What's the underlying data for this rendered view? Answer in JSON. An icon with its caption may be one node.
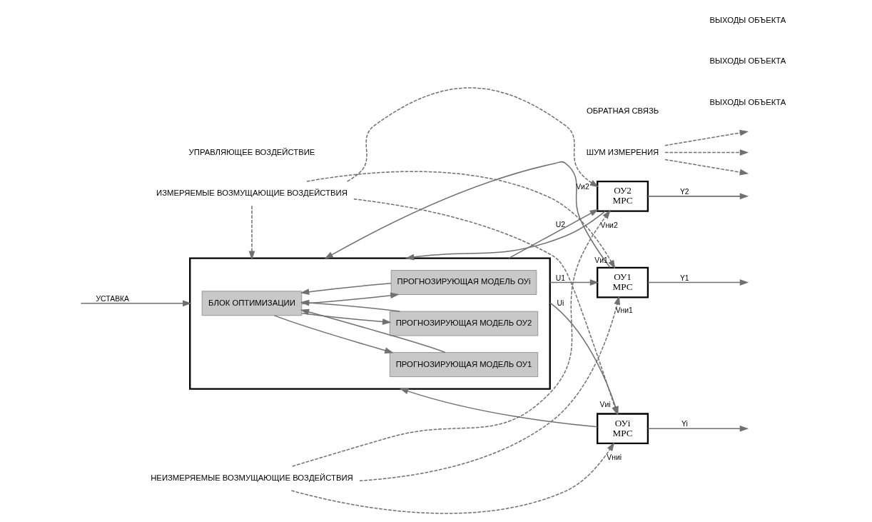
{
  "diagram": {
    "nodes": [
      {
        "text": [],
        "shape": "box"
      },
      {
        "text": [
          "БЛОК ОПТИМИЗАЦИИ"
        ],
        "in": 0
      },
      {
        "text": [
          "ПРОГНОЗИРУЮЩАЯ МОДЕЛЬ ОУ1"
        ],
        "in": 0
      },
      {
        "text": [
          "ПРОГНОЗИРУЮЩАЯ МОДЕЛЬ ОУ2"
        ],
        "in": 0
      },
      {
        "text": [
          "ПРОГНОЗИРУЮЩАЯ МОДЕЛЬ ОУi"
        ],
        "in": 0
      },
      {
        "text": [
          "ОУ1",
          "МРС"
        ]
      },
      {
        "text": [
          "ОУ2",
          "МРС"
        ]
      },
      {
        "text": [
          "ОУi",
          "МРС"
        ]
      },
      {
        "text": [
          "ИЗМЕРЯЕМЫЕ ВОЗМУЩАЮЩИЕ ВОЗДЕЙСТВИЯ"
        ]
      },
      {
        "text": [
          "НЕИЗМЕРЯЕМЫЕ ВОЗМУЩАЮЩИЕ ВОЗДЕЙСТВИЯ"
        ]
      },
      {
        "text": [
          "ШУМ ИЗМЕРЕНИЯ"
        ]
      }
    ],
    "edges": [
      {
        "from": null,
        "to": 0,
        "arrow": "to",
        "label": "УСТАВКА"
      },
      {
        "from": 1,
        "to": 2,
        "arrow": "to"
      },
      {
        "from": 1,
        "to": 3,
        "arrow": "to"
      },
      {
        "from": 1,
        "to": 4,
        "arrow": "to"
      },
      {
        "from": 2,
        "to": 1,
        "arrow": "to"
      },
      {
        "from": 3,
        "to": 1,
        "arrow": "to"
      },
      {
        "from": 4,
        "to": 1,
        "arrow": "to"
      },
      {
        "from": 8,
        "to": 0,
        "arrow": "to",
        "style": "dashed"
      },
      {
        "from": 8,
        "to": 5,
        "arrow": "to",
        "label": "Vи1",
        "style": "dashed"
      },
      {
        "from": 8,
        "to": 6,
        "arrow": "to",
        "label": "Vи2",
        "style": "dashed"
      },
      {
        "from": 8,
        "to": 7,
        "arrow": "to",
        "label": "Vиi",
        "style": "dashed"
      },
      {
        "from": 0,
        "to": 5,
        "arrow": "to",
        "label": "U1"
      },
      {
        "from": 0,
        "to": 6,
        "arrow": "to",
        "label": "U2"
      },
      {
        "from": 0,
        "to": 7,
        "arrow": "to",
        "label": "Ui"
      },
      {
        "from": 9,
        "to": 5,
        "arrow": "to",
        "label": "Vни1",
        "style": "dashed"
      },
      {
        "from": 9,
        "to": 6,
        "arrow": "to",
        "label": "Vни2",
        "style": "dashed"
      },
      {
        "from": 9,
        "to": 7,
        "arrow": "to",
        "label": "Vниi",
        "style": "dashed"
      },
      {
        "from": 5,
        "to": null,
        "arrow": "to",
        "label": "Y1"
      },
      {
        "from": 6,
        "to": null,
        "arrow": "to",
        "label": "Y2"
      },
      {
        "from": 7,
        "to": null,
        "arrow": "to",
        "label": "Yi"
      },
      {
        "from": 10,
        "to": null,
        "arrow": "to",
        "style": "dashed"
      },
      {
        "from": 10,
        "to": null,
        "arrow": "to",
        "style": "dashed"
      },
      {
        "from": 10,
        "to": null,
        "arrow": "to",
        "style": "dashed"
      },
      {
        "from": 5,
        "to": 0,
        "arrow": "to"
      },
      {
        "from": 6,
        "to": 0,
        "arrow": "to"
      },
      {
        "from": 7,
        "to": 0,
        "arrow": "to"
      }
    ],
    "labels": [
      "УПРАВЛЯЮЩЕЕ ВОЗДЕЙСТВИЕ",
      "ВЫХОДЫ ОБЪЕКТА",
      "ВЫХОДЫ ОБЪЕКТА",
      "ВЫХОДЫ ОБЪЕКТА",
      "ОБРАТНАЯ СВЯЗЬ"
    ]
  }
}
